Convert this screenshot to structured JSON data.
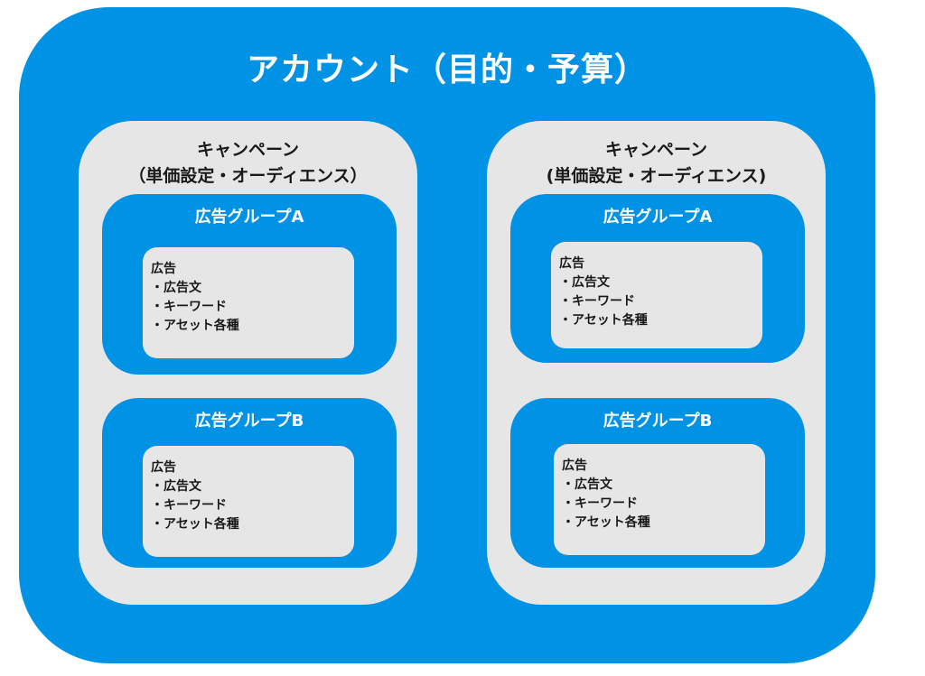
{
  "account": {
    "title": "アカウント（目的・予算）"
  },
  "campaigns": [
    {
      "title_line1": "キャンペーン",
      "title_line2": "（単価設定・オーディエンス）",
      "groups": [
        {
          "title": "広告グループA",
          "ad": {
            "heading": "広告",
            "items": [
              "広告文",
              "キーワード",
              "アセット各種"
            ]
          }
        },
        {
          "title": "広告グループB",
          "ad": {
            "heading": "広告",
            "items": [
              "広告文",
              "キーワード",
              "アセット各種"
            ]
          }
        }
      ]
    },
    {
      "title_line1": "キャンペーン",
      "title_line2": "(単価設定・オーディエンス)",
      "groups": [
        {
          "title": "広告グループA",
          "ad": {
            "heading": "広告",
            "items": [
              "広告文",
              "キーワード",
              "アセット各種"
            ]
          }
        },
        {
          "title": "広告グループB",
          "ad": {
            "heading": "広告",
            "items": [
              "広告文",
              "キーワード",
              "アセット各種"
            ]
          }
        }
      ]
    }
  ],
  "colors": {
    "blue": "#0092E5",
    "gray": "#E6E6E6",
    "text_dark": "#1a1a1a",
    "text_light": "#ffffff"
  }
}
